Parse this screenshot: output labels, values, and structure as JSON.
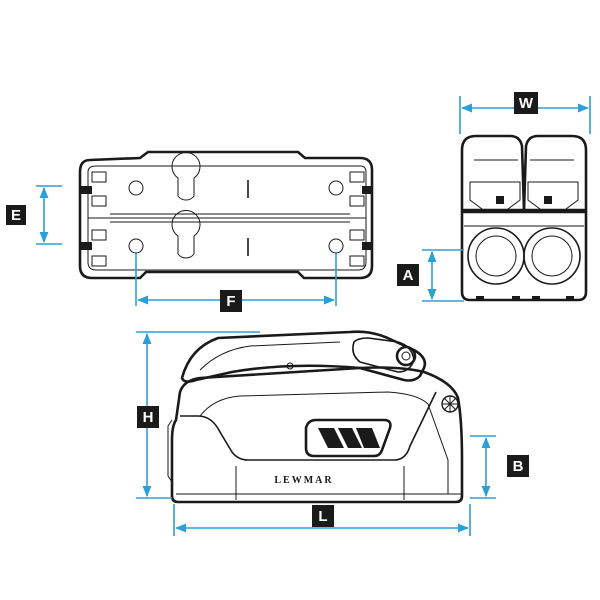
{
  "brand": "LEWMAR",
  "dimension_labels": {
    "e": "E",
    "f": "F",
    "w": "W",
    "a": "A",
    "h": "H",
    "b": "B",
    "l": "L"
  },
  "colors": {
    "dimension_line": "#2ba0d8",
    "outline": "#1a1a1a",
    "label_box": "#1a1a1a",
    "label_text": "#ffffff",
    "background": "#ffffff"
  }
}
